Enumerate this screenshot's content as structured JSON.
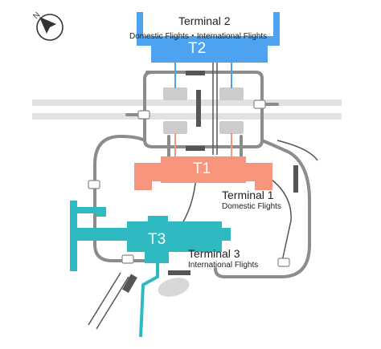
{
  "terminals": [
    {
      "code": "T2",
      "title": "Terminal 2",
      "subtitle": "Domestic Flights・International Flights",
      "color": "#4da3f0"
    },
    {
      "code": "T1",
      "title": "Terminal 1",
      "subtitle": "Domestic Flights",
      "color": "#f7967d"
    },
    {
      "code": "T3",
      "title": "Terminal 3",
      "subtitle": "International Flights",
      "color": "#2ebac0"
    }
  ],
  "compass": {
    "icon": "north-arrow-icon",
    "letter": "N"
  },
  "colors": {
    "road": "#8c8c8c",
    "shuttle_track": "#555555",
    "runway": "#d6d6d6",
    "parking": "#cccccc"
  }
}
